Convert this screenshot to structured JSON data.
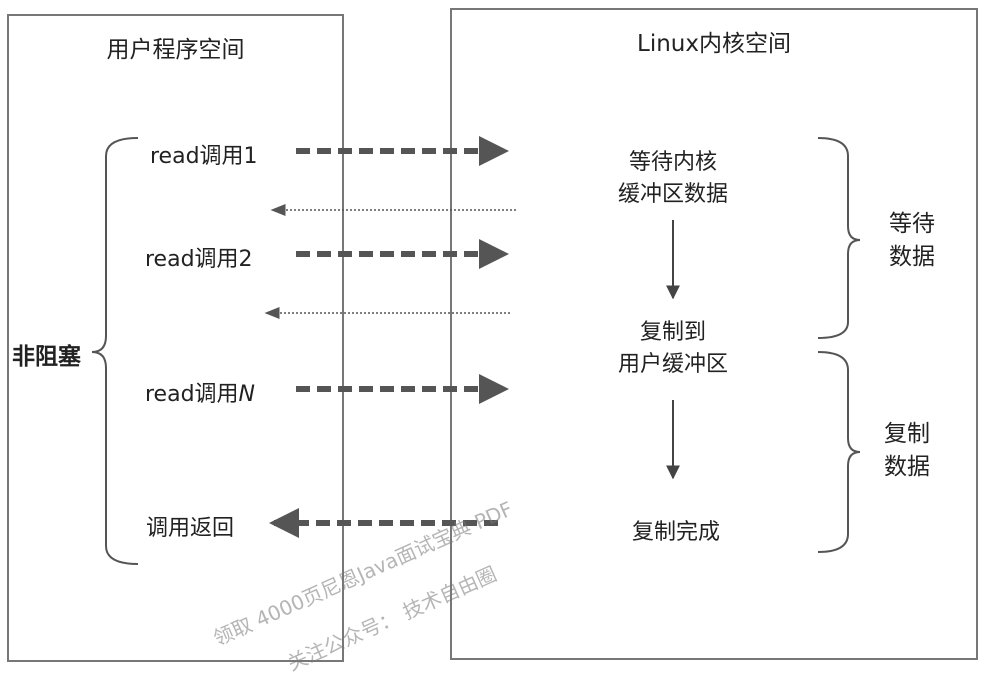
{
  "user_space": {
    "title": "用户程序空间"
  },
  "kernel_space": {
    "title": "Linux内核空间"
  },
  "non_blocking_label": "非阻塞",
  "calls": [
    {
      "prefix": "read调用",
      "suffix": "1",
      "italic": false
    },
    {
      "prefix": "read调用",
      "suffix": "2",
      "italic": false
    },
    {
      "prefix": "read调用",
      "suffix": "N",
      "italic": true
    }
  ],
  "call_return": "调用返回",
  "kernel_steps": [
    {
      "line1": "等待内核",
      "line2": "缓冲区数据"
    },
    {
      "line1": "复制到",
      "line2": "用户缓冲区"
    },
    {
      "line1": "复制完成",
      "line2": ""
    }
  ],
  "phases": [
    {
      "line1": "等待",
      "line2": "数据"
    },
    {
      "line1": "复制",
      "line2": "数据"
    }
  ],
  "watermark": {
    "line1": "领取 4000页尼恩Java面试宝典 PDF",
    "line2": "关注公众号：  技术自由圈"
  },
  "colors": {
    "arrow": "#555555",
    "border": "#777777",
    "text": "#222222"
  }
}
